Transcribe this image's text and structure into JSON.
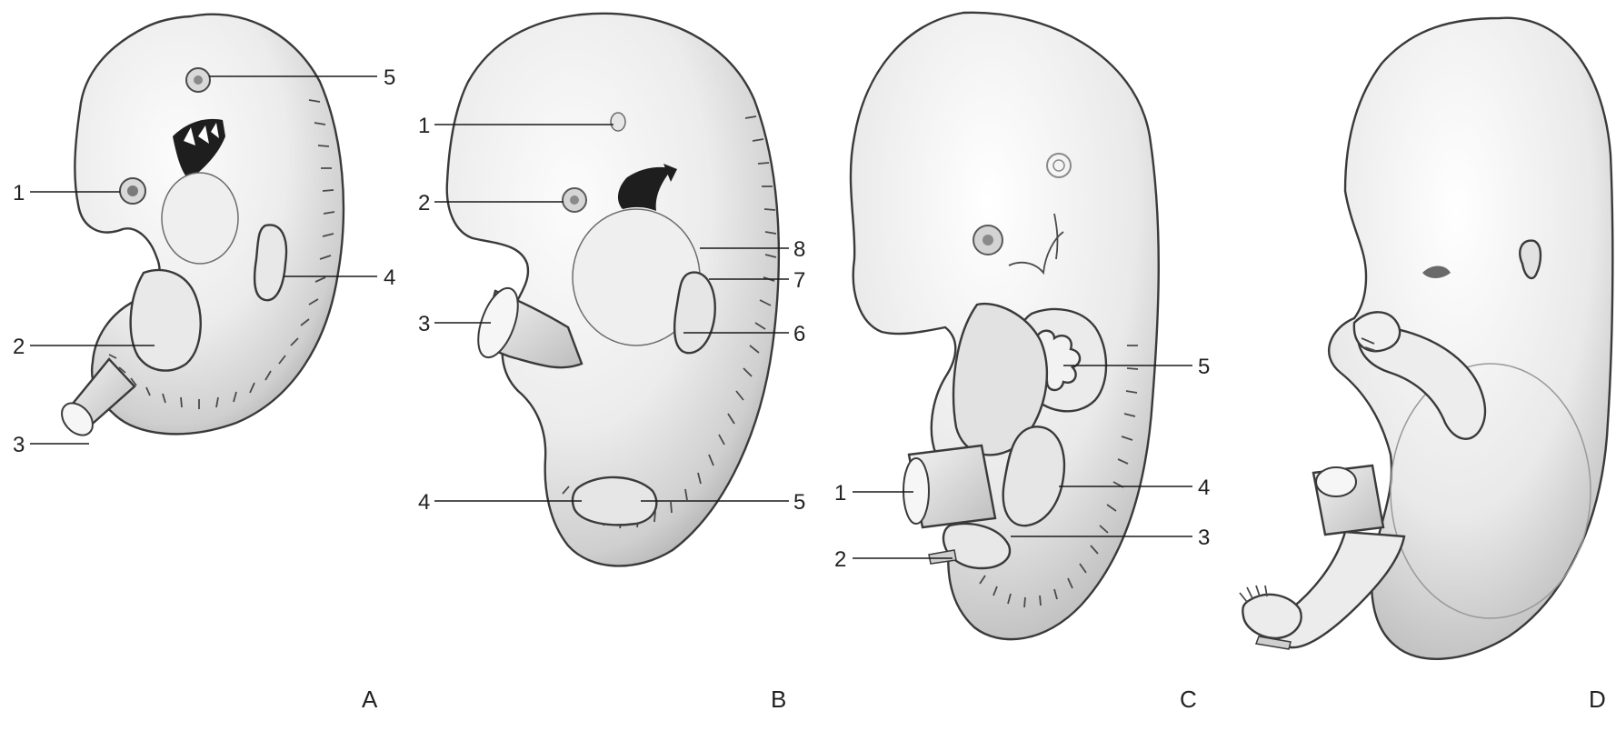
{
  "panels": [
    {
      "id": "A",
      "label": "A",
      "callouts": [
        "1",
        "2",
        "3",
        "4",
        "5"
      ]
    },
    {
      "id": "B",
      "label": "B",
      "callouts": [
        "1",
        "2",
        "3",
        "4",
        "5",
        "6",
        "7",
        "8"
      ]
    },
    {
      "id": "C",
      "label": "C",
      "callouts": [
        "1",
        "2",
        "3",
        "4",
        "5"
      ]
    },
    {
      "id": "D",
      "label": "D",
      "callouts": []
    }
  ],
  "colors": {
    "skin_light": "#f7f7f7",
    "skin_mid": "#d6d6d6",
    "skin_dark": "#a8a8a8",
    "outline": "#3a3a3a",
    "cleft": "#1e1e1e"
  }
}
